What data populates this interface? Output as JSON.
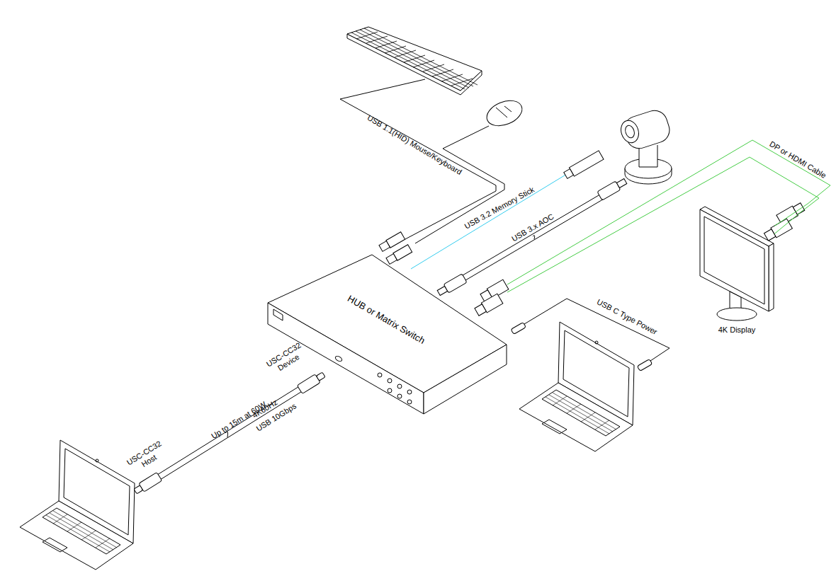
{
  "diagram": {
    "nodes": [
      {
        "text": [
          "HUB or Matrix Switch"
        ]
      },
      {
        "text": [
          "4K Display"
        ]
      }
    ],
    "edges": [
      {
        "from": 0,
        "to": 1,
        "arrow": "none",
        "label": "DP or HDMI Cable"
      }
    ],
    "labels": [
      "USB 1.1(HID) Mouse/Keyboard",
      "USB 3.2 Memory Stick",
      "USB 3.x AOC",
      "USB C Type Power",
      "USC-CC32 Device",
      "USC-CC32 Host",
      "Up to 15m at 60W",
      "4K60Hz",
      "USB 10Gbps"
    ]
  }
}
